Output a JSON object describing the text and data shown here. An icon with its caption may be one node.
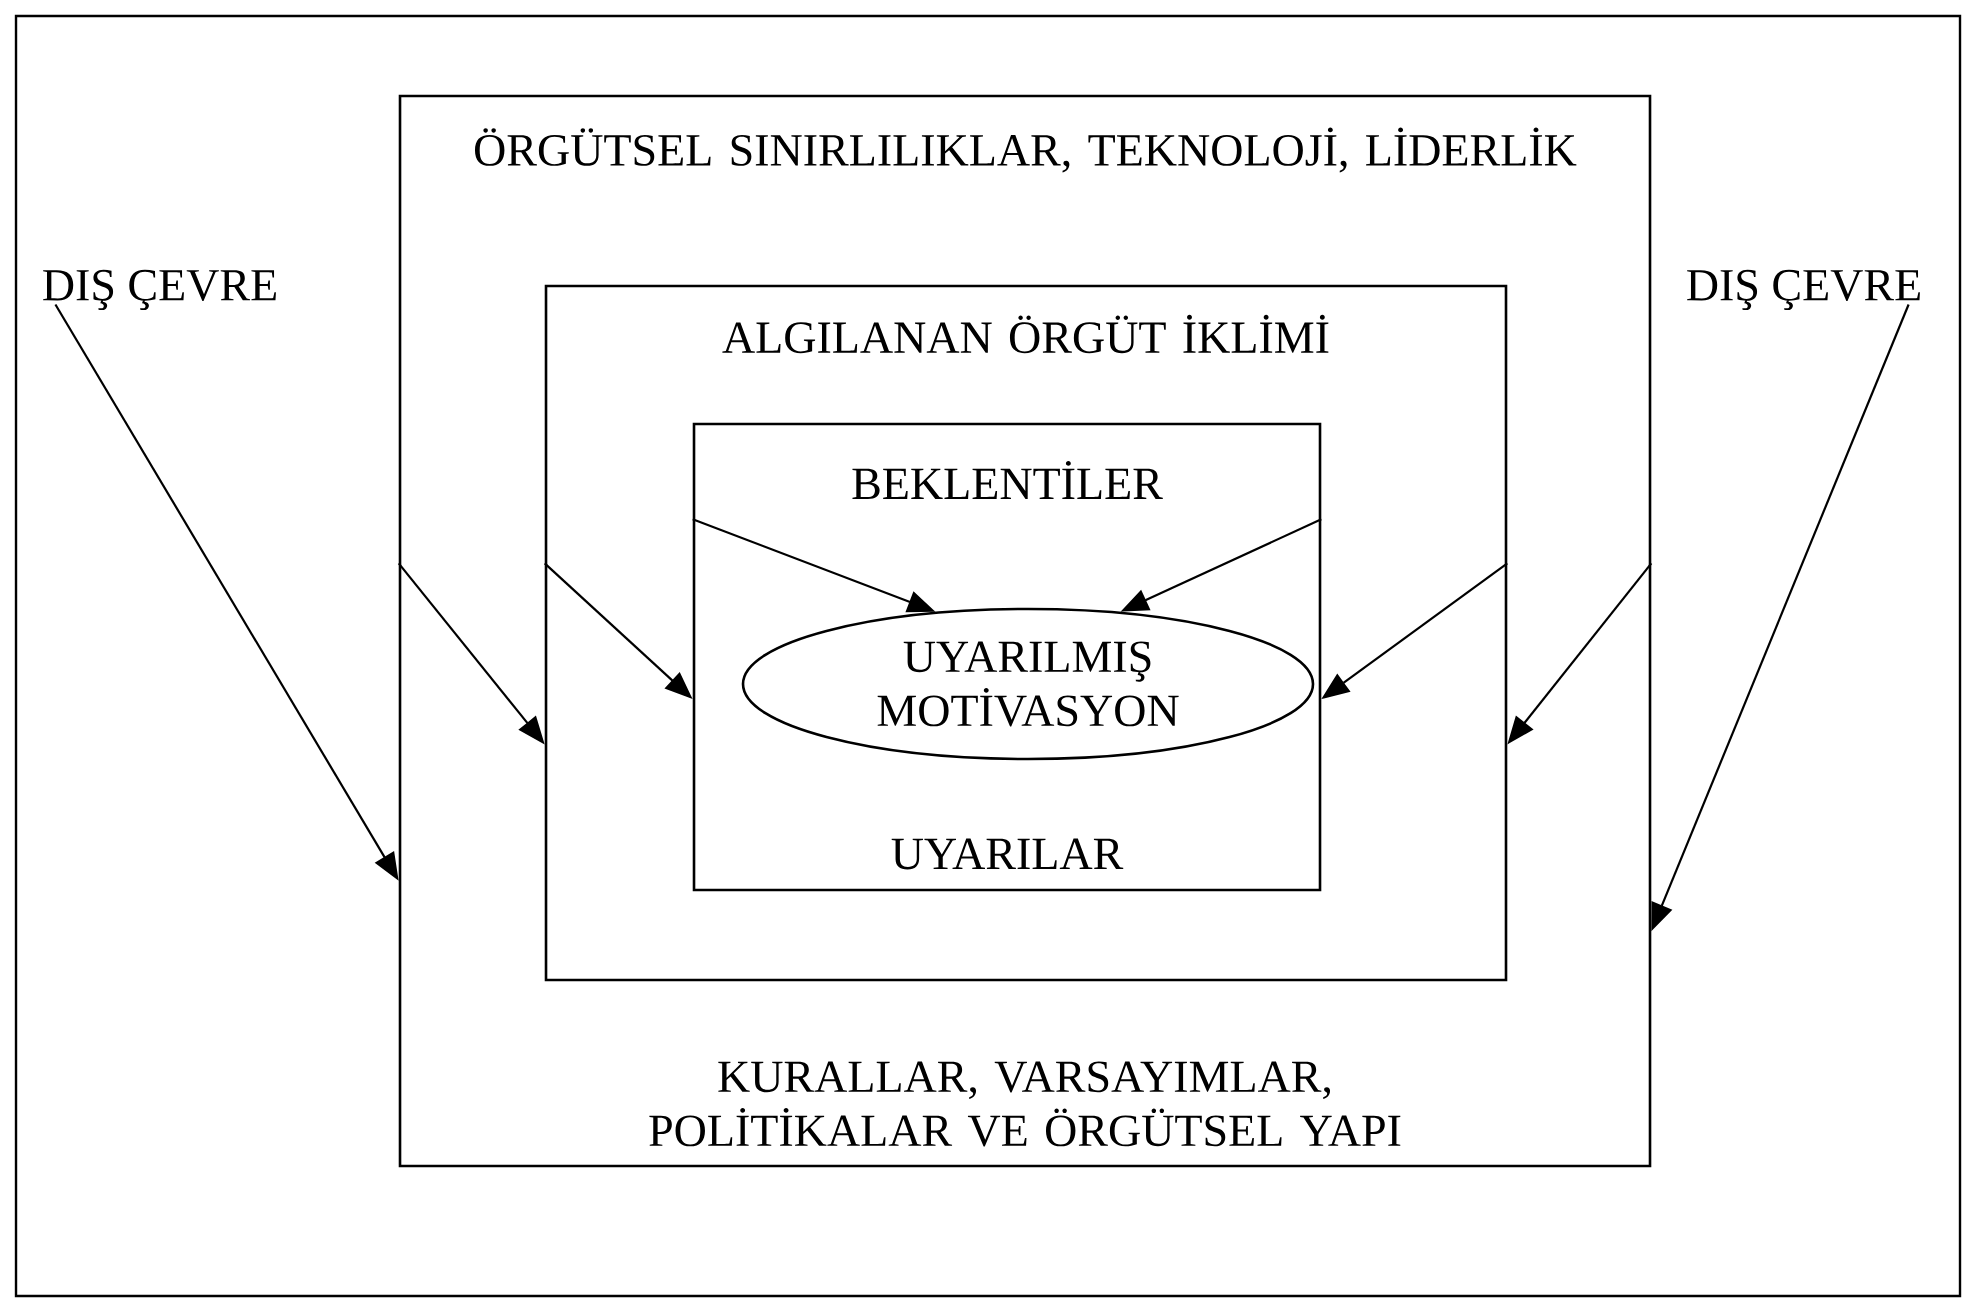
{
  "diagram": {
    "nodes": [
      {
        "text": [
          "ÖRGÜTSEL SINIRLILIKLAR, TEKNOLOJİ, LİDERLİK",
          "KURALLAR, VARSAYIMLAR, POLİTİKALAR VE ÖRGÜTSEL YAPI"
        ]
      },
      {
        "text": [
          "ALGILANAN ÖRGÜT İKLİMİ"
        ],
        "in": 0
      },
      {
        "text": [
          "BEKLENTİLER",
          "UYARILAR"
        ],
        "in": 1
      },
      {
        "text": [
          "UYARILMIŞ MOTİVASYON"
        ],
        "in": 2
      },
      {
        "text": [
          "DIŞ ÇEVRE"
        ]
      },
      {
        "text": [
          "DIŞ ÇEVRE"
        ]
      }
    ],
    "edges": [
      {
        "from": 4,
        "to": 0,
        "arrow": "to"
      },
      {
        "from": 0,
        "to": 1,
        "arrow": "to"
      },
      {
        "from": 1,
        "to": 2,
        "arrow": "to"
      },
      {
        "from": 2,
        "to": 3,
        "arrow": "to"
      },
      {
        "from": 2,
        "to": 3,
        "arrow": "to"
      },
      {
        "from": 1,
        "to": 2,
        "arrow": "to"
      },
      {
        "from": 0,
        "to": 1,
        "arrow": "to"
      },
      {
        "from": 5,
        "to": 0,
        "arrow": "to"
      }
    ]
  }
}
